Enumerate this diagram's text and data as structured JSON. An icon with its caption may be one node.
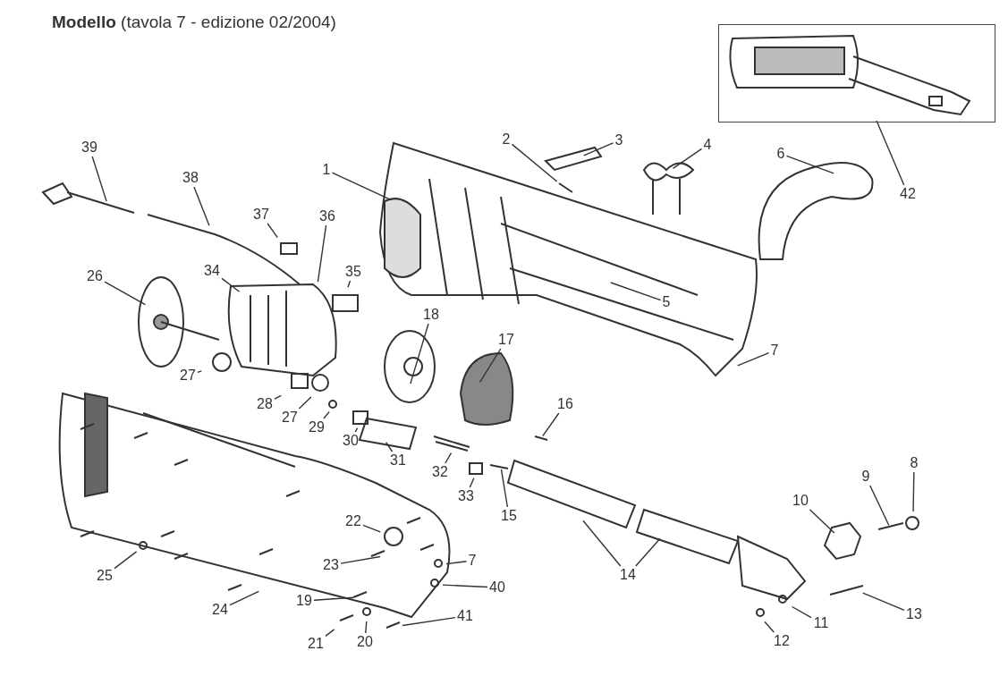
{
  "diagram": {
    "title": "**Modello** (tavola 7 - edizione 02/2004)",
    "nodes": [
      {
        "text": [
          "1"
        ]
      },
      {
        "text": [
          "2"
        ]
      },
      {
        "text": [
          "3"
        ]
      },
      {
        "text": [
          "4"
        ]
      },
      {
        "text": [
          "5"
        ]
      },
      {
        "text": [
          "6"
        ]
      },
      {
        "text": [
          "7"
        ]
      },
      {
        "text": [
          "8"
        ]
      },
      {
        "text": [
          "9"
        ]
      },
      {
        "text": [
          "10"
        ]
      },
      {
        "text": [
          "11"
        ]
      },
      {
        "text": [
          "12"
        ]
      },
      {
        "text": [
          "13"
        ]
      },
      {
        "text": [
          "14"
        ]
      },
      {
        "text": [
          "15"
        ]
      },
      {
        "text": [
          "16"
        ]
      },
      {
        "text": [
          "17"
        ]
      },
      {
        "text": [
          "18"
        ]
      },
      {
        "text": [
          "19"
        ]
      },
      {
        "text": [
          "20"
        ]
      },
      {
        "text": [
          "21"
        ]
      },
      {
        "text": [
          "22"
        ]
      },
      {
        "text": [
          "23"
        ]
      },
      {
        "text": [
          "24"
        ]
      },
      {
        "text": [
          "25"
        ]
      },
      {
        "text": [
          "26"
        ]
      },
      {
        "text": [
          "27"
        ]
      },
      {
        "text": [
          "27"
        ]
      },
      {
        "text": [
          "28"
        ]
      },
      {
        "text": [
          "29"
        ]
      },
      {
        "text": [
          "30"
        ]
      },
      {
        "text": [
          "31"
        ]
      },
      {
        "text": [
          "32"
        ]
      },
      {
        "text": [
          "33"
        ]
      },
      {
        "text": [
          "34"
        ]
      },
      {
        "text": [
          "35"
        ]
      },
      {
        "text": [
          "36"
        ]
      },
      {
        "text": [
          "37"
        ]
      },
      {
        "text": [
          "38"
        ]
      },
      {
        "text": [
          "39"
        ]
      },
      {
        "text": [
          "7"
        ]
      },
      {
        "text": [
          "40"
        ]
      },
      {
        "text": [
          "41"
        ]
      },
      {
        "text": [
          "42"
        ]
      },
      {
        "text": [],
        "shape": "picture"
      }
    ],
    "edges": [
      {
        "from": 0,
        "to": null,
        "arrow": "none"
      },
      {
        "from": 1,
        "to": null,
        "arrow": "none"
      },
      {
        "from": 2,
        "to": null,
        "arrow": "none"
      },
      {
        "from": 3,
        "to": null,
        "arrow": "none"
      },
      {
        "from": 4,
        "to": null,
        "arrow": "none"
      },
      {
        "from": 5,
        "to": null,
        "arrow": "none"
      },
      {
        "from": 6,
        "to": null,
        "arrow": "none"
      },
      {
        "from": 7,
        "to": null,
        "arrow": "none"
      },
      {
        "from": 8,
        "to": null,
        "arrow": "none"
      },
      {
        "from": 9,
        "to": null,
        "arrow": "none"
      },
      {
        "from": 10,
        "to": null,
        "arrow": "none"
      },
      {
        "from": 11,
        "to": null,
        "arrow": "none"
      },
      {
        "from": 12,
        "to": null,
        "arrow": "none"
      },
      {
        "from": 13,
        "to": null,
        "arrow": "none"
      },
      {
        "from": 13,
        "to": null,
        "arrow": "none"
      },
      {
        "from": 14,
        "to": null,
        "arrow": "none"
      },
      {
        "from": 15,
        "to": null,
        "arrow": "none"
      },
      {
        "from": 16,
        "to": null,
        "arrow": "none"
      },
      {
        "from": 17,
        "to": null,
        "arrow": "none"
      },
      {
        "from": 18,
        "to": null,
        "arrow": "none"
      },
      {
        "from": 19,
        "to": null,
        "arrow": "none"
      },
      {
        "from": 20,
        "to": null,
        "arrow": "none"
      },
      {
        "from": 21,
        "to": null,
        "arrow": "none"
      },
      {
        "from": 22,
        "to": null,
        "arrow": "none"
      },
      {
        "from": 23,
        "to": null,
        "arrow": "none"
      },
      {
        "from": 24,
        "to": null,
        "arrow": "none"
      },
      {
        "from": 25,
        "to": null,
        "arrow": "none"
      },
      {
        "from": 26,
        "to": null,
        "arrow": "none"
      },
      {
        "from": 27,
        "to": null,
        "arrow": "none"
      },
      {
        "from": 28,
        "to": null,
        "arrow": "none"
      },
      {
        "from": 29,
        "to": null,
        "arrow": "none"
      },
      {
        "from": 30,
        "to": null,
        "arrow": "none"
      },
      {
        "from": 31,
        "to": null,
        "arrow": "none"
      },
      {
        "from": 32,
        "to": null,
        "arrow": "none"
      },
      {
        "from": 33,
        "to": null,
        "arrow": "none"
      },
      {
        "from": 34,
        "to": null,
        "arrow": "none"
      },
      {
        "from": 35,
        "to": null,
        "arrow": "none"
      },
      {
        "from": 36,
        "to": null,
        "arrow": "none"
      },
      {
        "from": 37,
        "to": null,
        "arrow": "none"
      },
      {
        "from": 38,
        "to": null,
        "arrow": "none"
      },
      {
        "from": 39,
        "to": null,
        "arrow": "none"
      },
      {
        "from": 40,
        "to": null,
        "arrow": "none"
      },
      {
        "from": 41,
        "to": null,
        "arrow": "none"
      },
      {
        "from": 42,
        "to": null,
        "arrow": "none"
      },
      {
        "from": 43,
        "to": 44,
        "arrow": "none"
      }
    ]
  }
}
